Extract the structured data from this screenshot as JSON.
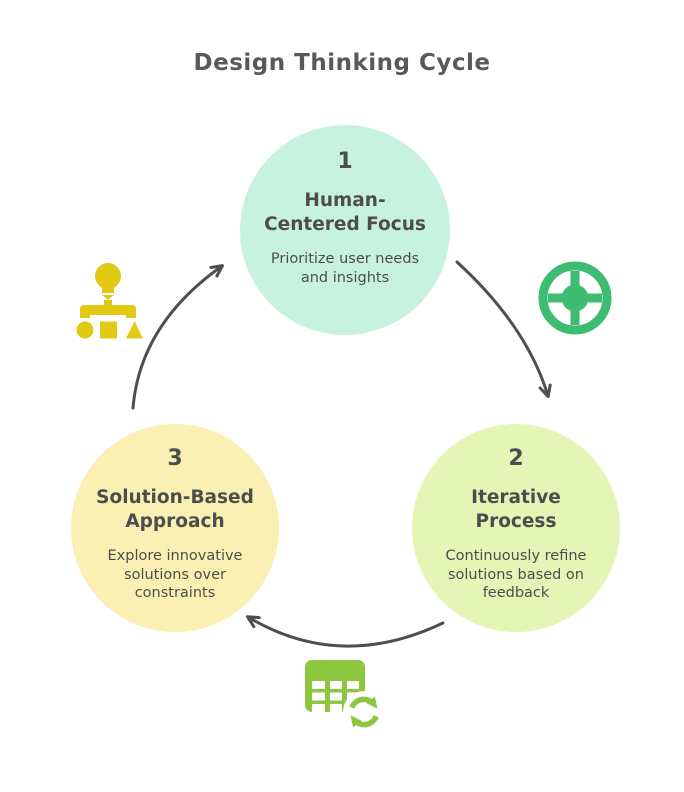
{
  "title": "Design Thinking Cycle",
  "colors": {
    "background": "#ffffff",
    "title": "#595959",
    "text": "#4d4d4d",
    "arrow": "#4f4f4f"
  },
  "nodes": [
    {
      "number": "1",
      "title": "Human-\nCentered Focus",
      "description": "Prioritize user needs\nand insights",
      "fill": "#c8f2e0"
    },
    {
      "number": "2",
      "title": "Iterative\nProcess",
      "description": "Continuously refine\nsolutions based on\nfeedback",
      "fill": "#e4f5b6"
    },
    {
      "number": "3",
      "title": "Solution-Based\nApproach",
      "description": "Explore innovative\nsolutions over\nconstraints",
      "fill": "#fbf0b3"
    }
  ],
  "icons": {
    "idea": {
      "name": "idea-hierarchy-icon",
      "color": "#e2ca14"
    },
    "target": {
      "name": "lifebuoy-target-icon",
      "color": "#3dbc72"
    },
    "table_refresh": {
      "name": "table-refresh-icon",
      "color": "#8dc63f"
    }
  }
}
